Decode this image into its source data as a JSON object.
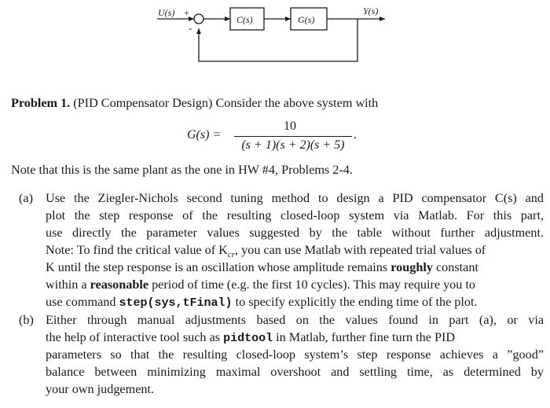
{
  "diagram": {
    "input_label": "U(s)",
    "output_label": "Y(s)",
    "plus_sign": "+",
    "minus_sign": "-",
    "block1_label": "C(s)",
    "block2_label": "G(s)"
  },
  "problem": {
    "heading": "Problem 1.",
    "heading_rest": "(PID Compensator Design) Consider the above system with",
    "equation": {
      "lhs": "G(s) =",
      "numerator": "10",
      "denominator": "(s + 1)(s + 2)(s + 5)",
      "trailing": "."
    },
    "note": "Note that this is the same plant as the one in HW #4, Problems 2-4."
  },
  "part_a": {
    "label": "(a)",
    "lines": [
      "Use the Ziegler-Nichols second tuning method to design a PID compensator C(s) and",
      "plot the step response of the resulting closed-loop system via Matlab. For this part,",
      "use directly the parameter values suggested by the table without further adjustment.",
      "Note: To find the critical value of K",
      "cr",
      ", you can use Matlab with repeated trial values of",
      "K until the step response is an oscillation whose amplitude remains",
      "roughly",
      "constant",
      "within a",
      "reasonable",
      "period of time (e.g. the first 10 cycles). This may require you to",
      "use command",
      "step(sys,tFinal)",
      "to specify explicitly the ending time of the plot."
    ]
  },
  "part_b": {
    "label": "(b)",
    "lines": [
      "Either through manual adjustments based on the values found in part (a), or via",
      "the help of interactive tool such as",
      "pidtool",
      "in Matlab, further fine turn the PID",
      "parameters so that the resulting closed-loop system’s step response achieves a ”good”",
      "balance between minimizing maximal overshoot and settling time, as determined by",
      "your own judgement."
    ]
  }
}
